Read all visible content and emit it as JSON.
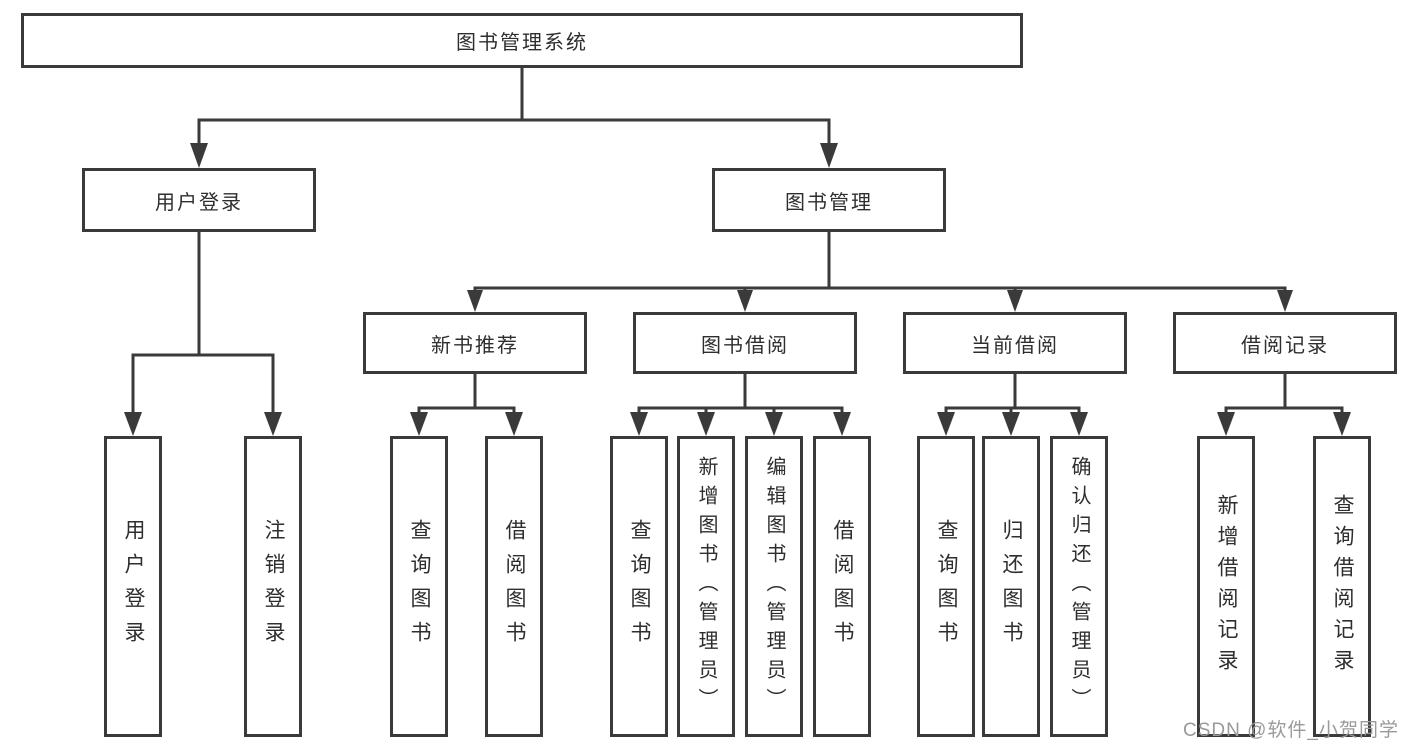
{
  "nodes": {
    "root": "图书管理系统",
    "user_login": "用户登录",
    "book_mgmt": "图书管理",
    "new_book_rec": "新书推荐",
    "book_borrow": "图书借阅",
    "current_borrow": "当前借阅",
    "borrow_record": "借阅记录",
    "ul_login": "用户登录",
    "ul_logout": "注销登录",
    "nb_query_book": "查询图书",
    "nb_borrow_book": "借阅图书",
    "bb_query_book": "查询图书",
    "bb_add_book": "新增图书（管理员）",
    "bb_edit_book": "编辑图书（管理员）",
    "bb_borrow_book": "借阅图书",
    "cb_query_book": "查询图书",
    "cb_return_book": "归还图书",
    "cb_confirm_return": "确认归还（管理员）",
    "br_add_record": "新增借阅记录",
    "br_query_record": "查询借阅记录"
  },
  "watermark": "CSDN @软件_小贺同学",
  "colors": {
    "line": "#3a3a3a",
    "box_border": "#3a3a3a",
    "box_fill": "#ffffff",
    "text": "#2e2e2e",
    "watermark": "#9a9a9a"
  }
}
